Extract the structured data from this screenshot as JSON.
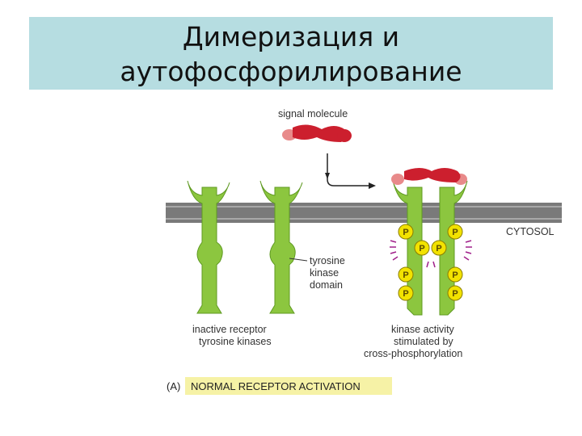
{
  "title": {
    "line1": "Димеризация и",
    "line2": "аутофосфорилирование"
  },
  "diagram": {
    "signal_label": "signal molecule",
    "cytosol_label": "CYTOSOL",
    "domain_label": [
      "tyrosine",
      "kinase",
      "domain"
    ],
    "inactive_label": [
      "inactive receptor",
      "tyrosine kinases"
    ],
    "active_label": [
      "kinase activity",
      "stimulated by",
      "cross-phosphorylation"
    ],
    "phosphate_label": "P",
    "panel_tag": "(A)",
    "panel_caption": "NORMAL RECEPTOR ACTIVATION"
  },
  "colors": {
    "title_bg": "#b6dde1",
    "receptor_green": "#8cc63f",
    "membrane_gray": "#7a7a7a",
    "signal_red": "#cc1f2e",
    "signal_pink": "#e88a8a",
    "phosphate_yellow": "#f2e200",
    "caption_highlight": "#f6f2a6"
  }
}
